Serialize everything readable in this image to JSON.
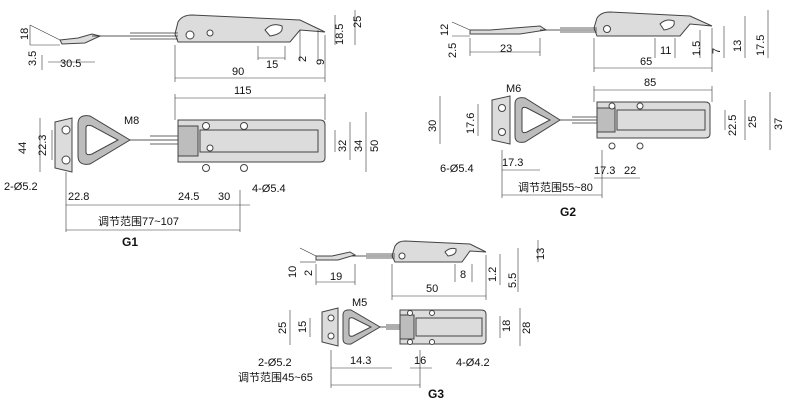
{
  "variants": [
    {
      "label": "G1",
      "side": [
        "18",
        "3.5",
        "30.5",
        "90",
        "15",
        "2",
        "9",
        "18.5",
        "25"
      ],
      "plan": [
        "115",
        "M8",
        "44",
        "22.3",
        "32",
        "34",
        "50",
        "2-Ø5.2",
        "22.8",
        "24.5",
        "30",
        "4-Ø5.4",
        "调节范围77~107"
      ]
    },
    {
      "label": "G2",
      "side": [
        "12",
        "2.5",
        "23",
        "65",
        "11",
        "1.5",
        "7",
        "13",
        "17.5"
      ],
      "plan": [
        "85",
        "M6",
        "30",
        "17.6",
        "22.5",
        "25",
        "37",
        "6-Ø5.4",
        "17.3",
        "17.3",
        "22",
        "调节范围55~80"
      ]
    },
    {
      "label": "G3",
      "side": [
        "10",
        "2",
        "19",
        "50",
        "8",
        "1.2",
        "5.5",
        "13"
      ],
      "plan": [
        "M5",
        "25",
        "15",
        "18",
        "28",
        "2-Ø5.2",
        "14.3",
        "16",
        "4-Ø4.2",
        "调节范围45~65"
      ]
    }
  ]
}
